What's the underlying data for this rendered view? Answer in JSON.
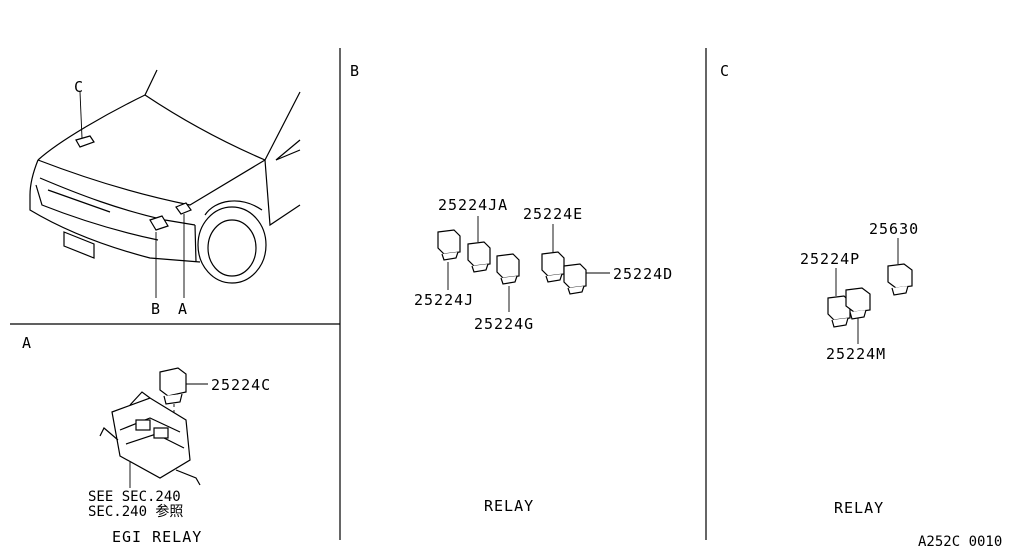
{
  "panels": {
    "a": {
      "letter": "A",
      "caption": "EGI RELAY",
      "see_line1": "SEE SEC.240",
      "see_line2": "SEC.240 参照",
      "part": "25224C"
    },
    "b": {
      "letter": "B",
      "caption": "RELAY",
      "parts": [
        "25224JA",
        "25224E",
        "25224D",
        "25224J",
        "25224G"
      ]
    },
    "c": {
      "letter": "C",
      "caption": "RELAY",
      "parts": [
        "25630",
        "25224P",
        "25224M"
      ]
    }
  },
  "car_callouts": {
    "c": "C",
    "b": "B",
    "a": "A"
  },
  "diagram_code": "A252C 0010"
}
